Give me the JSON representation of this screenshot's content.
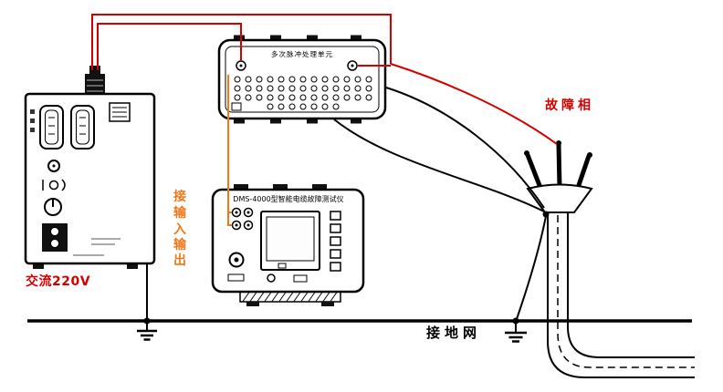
{
  "diagram": {
    "labels": {
      "ac_power": "交流220V",
      "fault_phase": "故障相",
      "ground_net": "接地网",
      "pulse_unit_title": "多次脉冲处理单元",
      "tester_title": "DMS-4000型智能电缆故障测试仪",
      "io_chars": [
        "接",
        "输",
        "入",
        "输",
        "出"
      ]
    },
    "colors": {
      "wire_red": "#d40000",
      "wire_orange": "#f07818",
      "line_black": "#000000",
      "background": "#ffffff"
    }
  }
}
